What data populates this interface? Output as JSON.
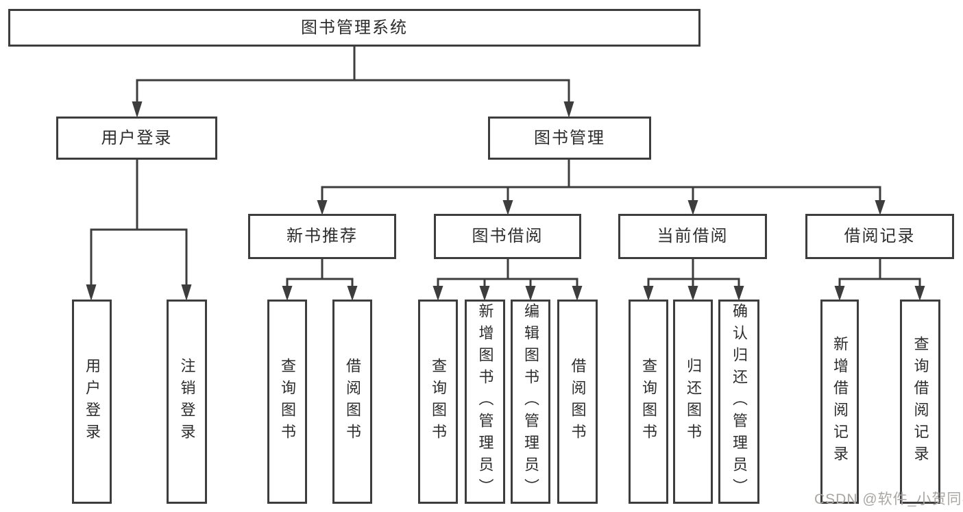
{
  "diagram": {
    "tree": {
      "root": "图书管理系统",
      "branches": [
        {
          "label": "用户登录",
          "children": [
            "用户登录",
            "注销登录"
          ]
        },
        {
          "label": "图书管理",
          "groups": [
            {
              "label": "新书推荐",
              "children": [
                "查询图书",
                "借阅图书"
              ]
            },
            {
              "label": "图书借阅",
              "children": [
                "查询图书",
                "新增图书（管理员）",
                "编辑图书（管理员）",
                "借阅图书"
              ]
            },
            {
              "label": "当前借阅",
              "children": [
                "查询图书",
                "归还图书",
                "确认归还（管理员）"
              ]
            },
            {
              "label": "借阅记录",
              "children": [
                "新增借阅记录",
                "查询借阅记录"
              ]
            }
          ]
        }
      ]
    },
    "watermark": "CSDN @软件_小贺同学",
    "colors": {
      "line": "#3d3d3d",
      "text": "#2d2d2d",
      "watermark": "#a9a6a3",
      "background": "#ffffff"
    }
  }
}
